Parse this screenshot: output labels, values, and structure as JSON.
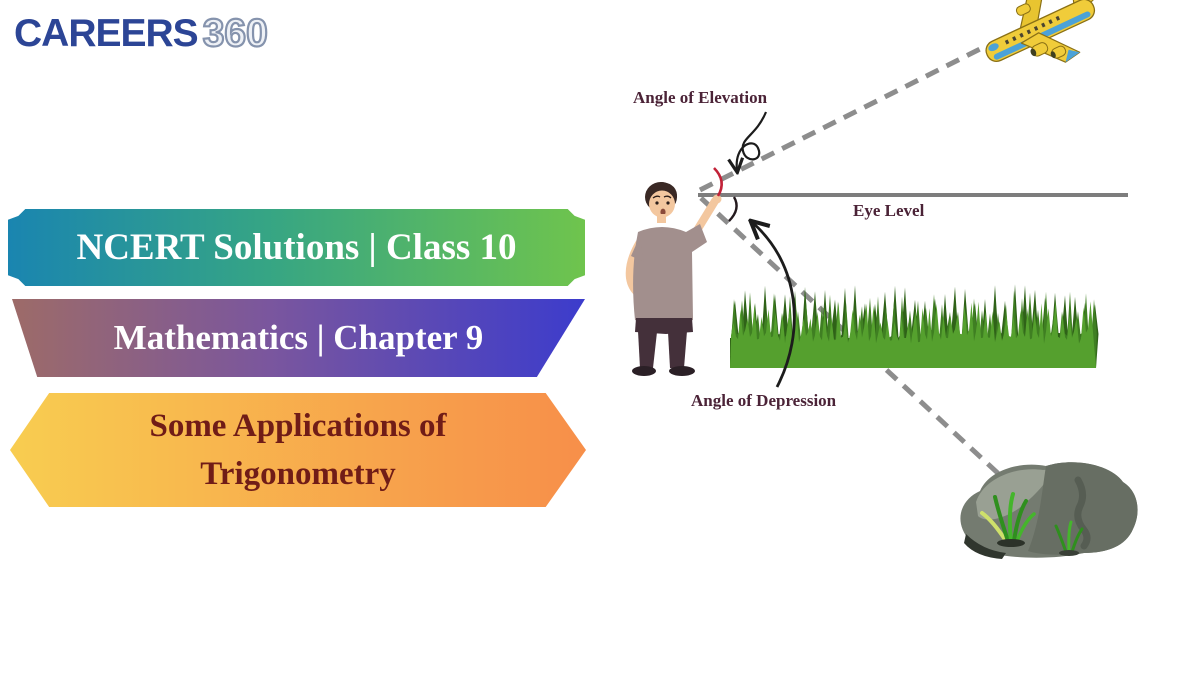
{
  "brand": {
    "text_primary": "CAREERS",
    "text_secondary": "360"
  },
  "banners": {
    "line1": {
      "text": "NCERT Solutions | Class 10"
    },
    "line2": {
      "text": "Mathematics | Chapter 9"
    },
    "line3": {
      "text": "Some Applications of Trigonometry"
    }
  },
  "diagram": {
    "elevation_label": "Angle of Elevation",
    "eye_level_label": "Eye Level",
    "depression_label": "Angle of Depression",
    "figures": [
      "man-illustration",
      "airplane-illustration",
      "grass-strip",
      "rock-illustration"
    ]
  },
  "colors": {
    "brand_primary": "#2c4596",
    "brand_secondary": "#8593ad",
    "banner1_gradient_left": "#1a85b0",
    "banner1_gradient_right": "#6fc44d",
    "banner2_gradient_left": "#9d6b68",
    "banner2_gradient_right": "#3c3ccc",
    "banner3_gradient_left": "#f8cd50",
    "banner3_gradient_right": "#f78f4a",
    "banner_text": "#ffffff",
    "banner3_text": "#701c17",
    "label_text": "#4b2337",
    "line_gray": "#8c8c8c",
    "angle_mark_red": "#c22238"
  }
}
